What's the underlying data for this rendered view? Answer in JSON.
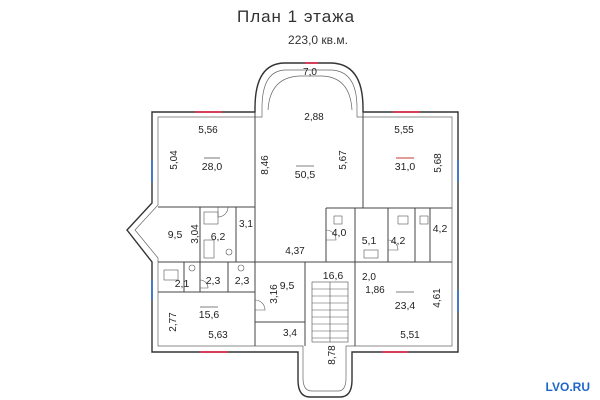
{
  "title": "План 1 этажа",
  "total_area": "223,0 кв.м.",
  "watermark": "LVO.RU",
  "dimensions": {
    "bay_width": "7,0",
    "bay_depth": "2,88",
    "nw_width": "5,56",
    "nw_height": "5,04",
    "hall_left": "8,46",
    "hall_right": "5,67",
    "ne_width": "5,55",
    "ne_height": "5,68",
    "corridor": "4,37",
    "west_height": "3,04",
    "bath_width": "3,1",
    "stair_height": "3,16",
    "stair_width": "3,4",
    "sw_height": "2,77",
    "sw_width": "5,63",
    "se_width": "5,51",
    "se_height": "4,61",
    "south_bay": "8,78",
    "small_a": "2,0",
    "small_b": "1,86"
  },
  "areas": {
    "nw_room": "28,0",
    "hall": "50,5",
    "ne_room": "31,0",
    "west_room": "9,5",
    "bath": "6,2",
    "wc_1": "4,0",
    "wc_2": "5,1",
    "wc_3": "4,2",
    "wc_4": "4,2",
    "store_1": "2,1",
    "store_2": "2,3",
    "store_3": "2,3",
    "vestibule": "9,5",
    "stair_hall": "16,6",
    "sw_room": "15,6",
    "se_room": "23,4"
  }
}
